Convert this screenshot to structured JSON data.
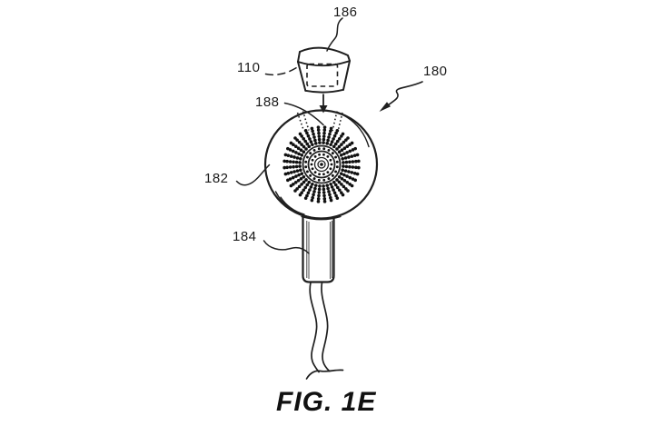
{
  "figure": {
    "caption": "FIG. 1E",
    "labels": {
      "l186": "186",
      "l110": "110",
      "l180": "180",
      "l188": "188",
      "l182": "182",
      "l184": "184"
    },
    "line_color": "#1f1f1f",
    "dot_color": "#111111",
    "background": "#ffffff"
  }
}
